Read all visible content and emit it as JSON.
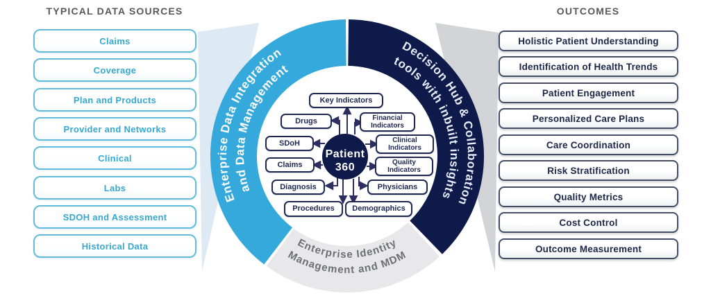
{
  "left_panel": {
    "title": "TYPICAL DATA SOURCES",
    "items": [
      "Claims",
      "Coverage",
      "Plan and Products",
      "Provider and Networks",
      "Clinical",
      "Labs",
      "SDOH and Assessment",
      "Historical Data"
    ]
  },
  "right_panel": {
    "title": "OUTCOMES",
    "items": [
      "Holistic Patient Understanding",
      "Identification of Health Trends",
      "Patient Engagement",
      "Personalized Care Plans",
      "Care Coordination",
      "Risk Stratification",
      "Quality Metrics",
      "Cost Control",
      "Outcome Measurement"
    ]
  },
  "ring": {
    "segments": [
      {
        "id": "enterprise-data-integration",
        "line1": "Enterprise Data Integration",
        "line2": "and Data Management",
        "color": "#35a9dc",
        "text_color": "#ffffff"
      },
      {
        "id": "decision-hub",
        "line1": "Decision Hub & Collaboration",
        "line2": "tools with inbuilt insights",
        "color": "#0e1a49",
        "text_color": "#e8edfb"
      },
      {
        "id": "identity-mdm",
        "line1": "Enterprise Identity",
        "line2": "Management and MDM",
        "color": "#e8e8ea",
        "text_color": "#6d6e71"
      }
    ]
  },
  "hub": {
    "center_line1": "Patient",
    "center_line2": "360",
    "nodes": [
      "Key Indicators",
      "Drugs",
      "Financial Indicators",
      "SDoH",
      "Clinical Indicators",
      "Claims",
      "Quality Indicators",
      "Diagnosis",
      "Physicians",
      "Procedures",
      "Demographics"
    ]
  },
  "colors": {
    "accent_blue": "#35a9dc",
    "navy": "#0e1a49",
    "gray_segment": "#e8e8ea",
    "gray_text": "#6d6e71",
    "left_box_border": "#61bcdb",
    "left_box_text": "#36a8cf",
    "right_box_border": "#434d66",
    "right_box_text": "#1b2547",
    "header_text": "#57585a",
    "arrow": "#2b2e5e",
    "left_chevron": "#dde9f3",
    "right_chevron": "#d2d4d8"
  }
}
